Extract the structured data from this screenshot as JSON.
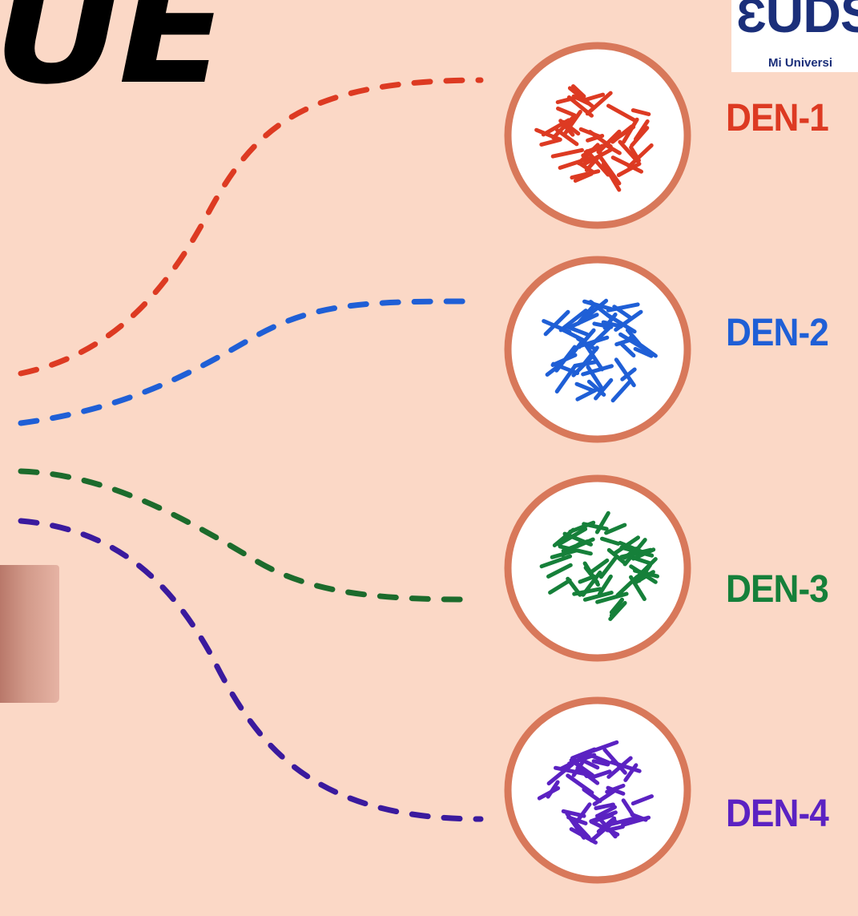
{
  "title": {
    "text": "UE"
  },
  "logo": {
    "mark": "UDS",
    "subtitle": "Mi Universi"
  },
  "serotypes": [
    {
      "label": "DEN-1",
      "color": "#dd3a22"
    },
    {
      "label": "DEN-2",
      "color": "#1f5fd6"
    },
    {
      "label": "DEN-3",
      "color": "#16803a"
    },
    {
      "label": "DEN-4",
      "color": "#5b22c2"
    }
  ],
  "colors": {
    "background": "#fbd8c6",
    "circle_border": "#d8785a",
    "circle_fill": "#ffffff",
    "purple_line": "#3a1a9e",
    "green_line": "#1c6b2c",
    "logo_blue": "#1b2f7a"
  },
  "icons": [
    "virus-particle-icon",
    "hand-image"
  ]
}
